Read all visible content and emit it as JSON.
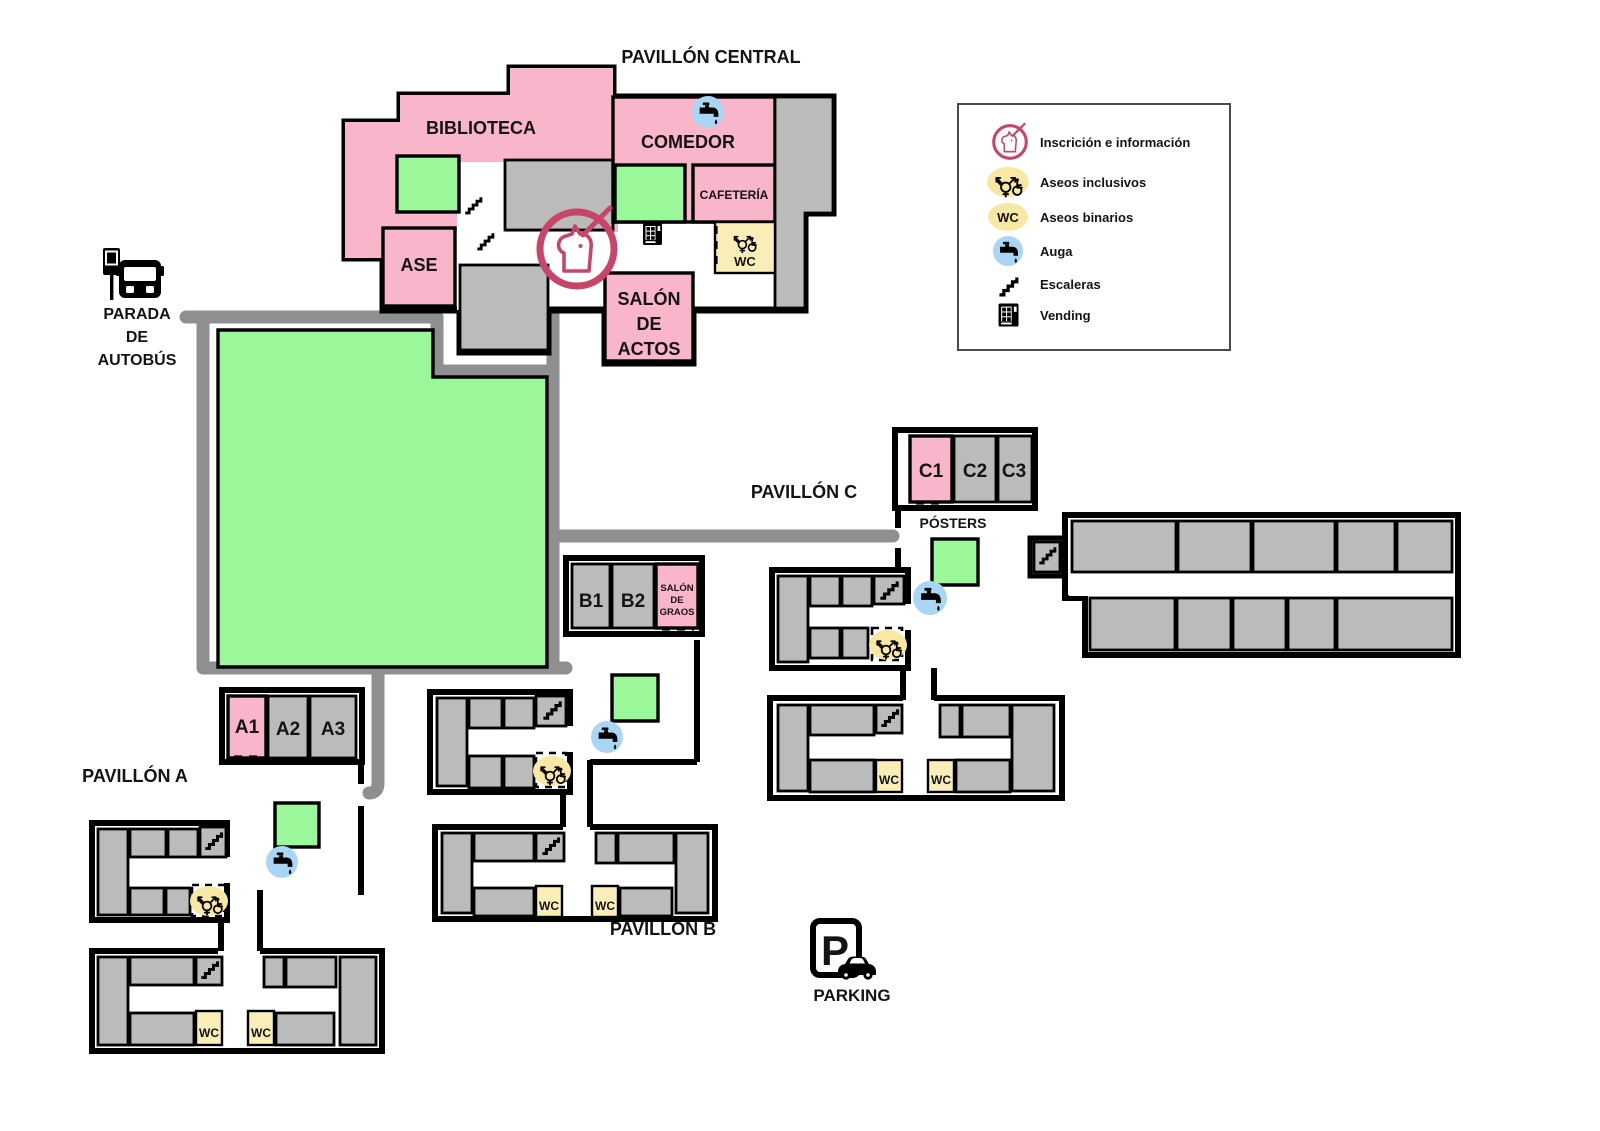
{
  "colors": {
    "room_pink": "#F9B5C9",
    "room_gray": "#BBBBBB",
    "lawn_green": "#9AF79A",
    "toilet_yellow": "#F9EDB8",
    "water_blue": "#A9D6F5",
    "walkway_gray": "#8F8F8F",
    "wall_black": "#000000",
    "logo_pink": "#C8456A"
  },
  "wc": "WC",
  "central": {
    "title": "PAVILLÓN CENTRAL",
    "biblioteca": "BIBLIOTECA",
    "comedor": "COMEDOR",
    "cafeteria": "CAFETERÍA",
    "ase": "ASE",
    "salon_actos": [
      "SALÓN",
      "DE",
      "ACTOS"
    ]
  },
  "bus_stop": [
    "PARADA",
    "DE",
    "AUTOBÚS"
  ],
  "pavilion_a": {
    "title": "PAVILLÓN A",
    "a1": "A1",
    "a2": "A2",
    "a3": "A3"
  },
  "pavilion_b": {
    "title": "PAVILLÓN B",
    "b1": "B1",
    "b2": "B2",
    "salon_graos": [
      "SALÓN",
      "DE",
      "GRAOS"
    ]
  },
  "pavilion_c": {
    "title": "PAVILLÓN C",
    "c1": "C1",
    "c2": "C2",
    "c3": "C3",
    "posters": "PÓSTERS"
  },
  "parking": {
    "label": "PARKING",
    "symbol": "P"
  },
  "legend": {
    "items": [
      {
        "icon": "unicorn-icon",
        "label": "Inscrición e información"
      },
      {
        "icon": "inclusive-toilets-icon",
        "label": "Aseos inclusivos"
      },
      {
        "icon": "binary-toilets-icon",
        "label": "Aseos binarios",
        "badge": "WC"
      },
      {
        "icon": "water-icon",
        "label": "Auga"
      },
      {
        "icon": "stairs-icon",
        "label": "Escaleras"
      },
      {
        "icon": "vending-icon",
        "label": "Vending"
      }
    ]
  }
}
